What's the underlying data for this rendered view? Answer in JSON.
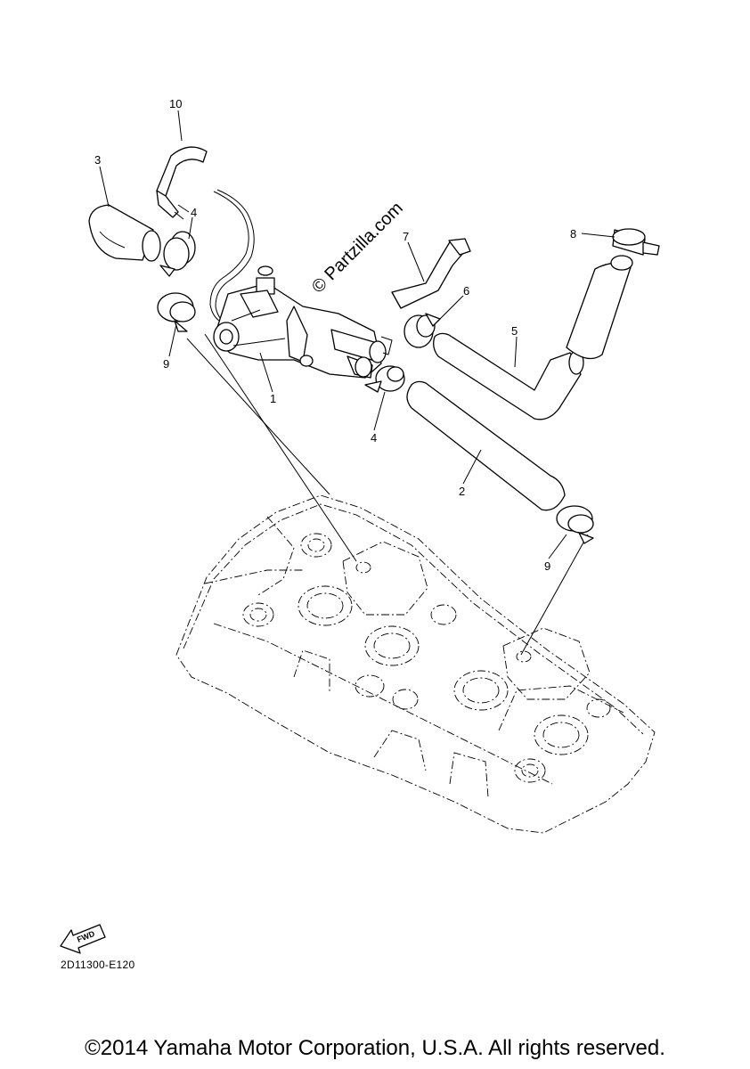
{
  "watermark": "© Partzilla.com",
  "fwd_label": "FWD",
  "diagram_code": "2D11300-E120",
  "copyright": "©2014 Yamaha Motor Corporation, U.S.A. All rights reserved.",
  "callouts": [
    {
      "id": "10",
      "text": "10"
    },
    {
      "id": "3",
      "text": "3"
    },
    {
      "id": "4a",
      "text": "4"
    },
    {
      "id": "7",
      "text": "7"
    },
    {
      "id": "8",
      "text": "8"
    },
    {
      "id": "6",
      "text": "6"
    },
    {
      "id": "5",
      "text": "5"
    },
    {
      "id": "9a",
      "text": "9"
    },
    {
      "id": "1",
      "text": "1"
    },
    {
      "id": "4b",
      "text": "4"
    },
    {
      "id": "2",
      "text": "2"
    },
    {
      "id": "9b",
      "text": "9"
    }
  ]
}
